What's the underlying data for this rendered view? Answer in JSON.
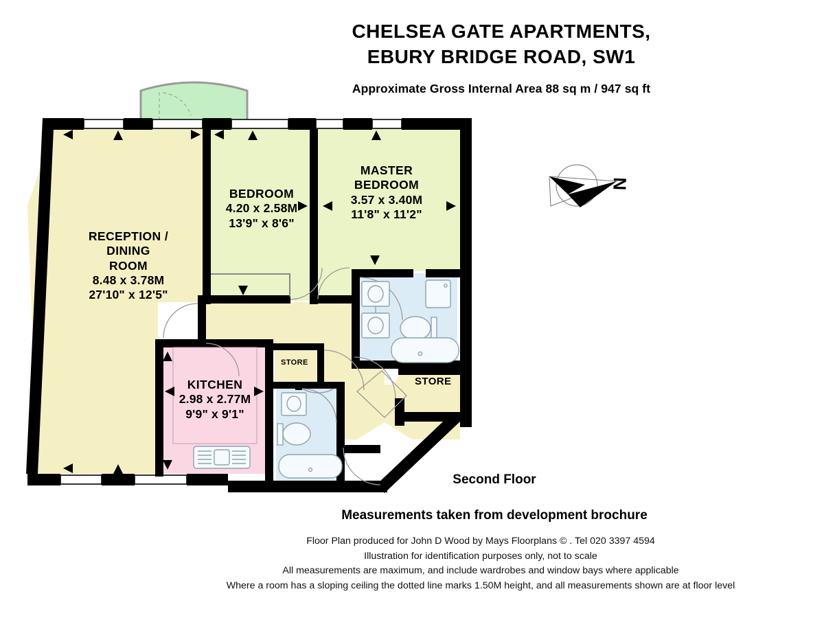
{
  "header": {
    "title_line1": "CHELSEA GATE APARTMENTS,",
    "title_line2": "EBURY BRIDGE ROAD, SW1",
    "area_line": "Approximate Gross Internal Area 88 sq m  /  947 sq ft"
  },
  "compass": {
    "icon": "compass-north-arrow-icon",
    "label": "N"
  },
  "plan": {
    "type": "floor-plan",
    "floor_caption": "Second Floor",
    "colors": {
      "wall": "#000000",
      "reception_fill": "#f5f0c3",
      "bedroom_fill": "#eaf4c6",
      "kitchen_fill": "#fbd7e4",
      "bathroom_fill": "#dcecf7",
      "balcony_fill": "#c4efc4",
      "hall_fill": "#f5f0c3",
      "fixture_stroke": "#8fa3ad",
      "window_fill": "#ffffff"
    },
    "rooms": [
      {
        "id": "reception-dining-room",
        "name_lines": [
          "RECEPTION /",
          "DINING",
          "ROOM"
        ],
        "dim_metric": "8.48 x 3.78M",
        "dim_imperial": "27'10\" x 12'5\""
      },
      {
        "id": "bedroom",
        "name_lines": [
          "BEDROOM"
        ],
        "dim_metric": "4.20 x 2.58M",
        "dim_imperial": "13'9\" x 8'6\""
      },
      {
        "id": "master-bedroom",
        "name_lines": [
          "MASTER",
          "BEDROOM"
        ],
        "dim_metric": "3.57 x 3.40M",
        "dim_imperial": "11'8\" x 11'2\""
      },
      {
        "id": "kitchen",
        "name_lines": [
          "KITCHEN"
        ],
        "dim_metric": "2.98 x 2.77M",
        "dim_imperial": "9'9\" x 9'1\""
      }
    ],
    "stores": [
      {
        "id": "store-small",
        "label": "STORE"
      },
      {
        "id": "store-large",
        "label": "STORE"
      }
    ]
  },
  "footer": {
    "measurements_note": "Measurements taken from development brochure",
    "disclaimer_lines": [
      "Floor Plan produced for John D Wood by Mays Floorplans  © . Tel 020 3397 4594",
      "Illustration for identification purposes only, not to scale",
      "All measurements are maximum, and include wardrobes and window bays where applicable",
      "Where a room has a sloping ceiling the dotted line marks 1.50M height, and all measurements shown are at floor level"
    ]
  }
}
